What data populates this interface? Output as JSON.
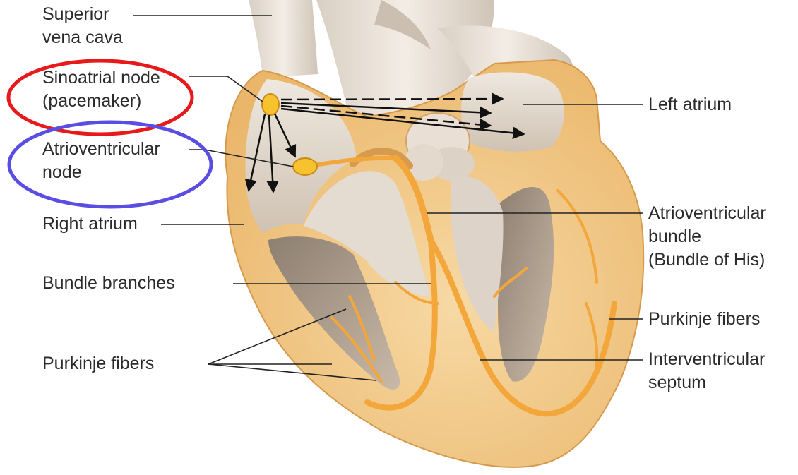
{
  "labels": {
    "superior_vena_cava": [
      "Superior",
      "vena cava"
    ],
    "sinoatrial_node": [
      "Sinoatrial node",
      "(pacemaker)"
    ],
    "atrioventricular_node": [
      "Atrioventricular",
      "node"
    ],
    "right_atrium": [
      "Right atrium"
    ],
    "bundle_branches": [
      "Bundle branches"
    ],
    "purkinje_fibers_left": [
      "Purkinje fibers"
    ],
    "left_atrium": [
      "Left atrium"
    ],
    "atrioventricular_bundle": [
      "Atrioventricular",
      "bundle",
      "(Bundle of His)"
    ],
    "purkinje_fibers_right": [
      "Purkinje fibers"
    ],
    "interventricular_septum": [
      "Interventricular",
      "septum"
    ]
  },
  "highlights": {
    "sinoatrial_node_circle_color": "#e8191b",
    "atrioventricular_node_circle_color": "#5a4de3"
  },
  "colors": {
    "tissue": "#f2c987",
    "conduction_system": "#f4a93c",
    "chamber": "#e6ddd2",
    "vessel": "#ece3d8",
    "node": "#f7c22e",
    "leader_line": "#222222"
  }
}
